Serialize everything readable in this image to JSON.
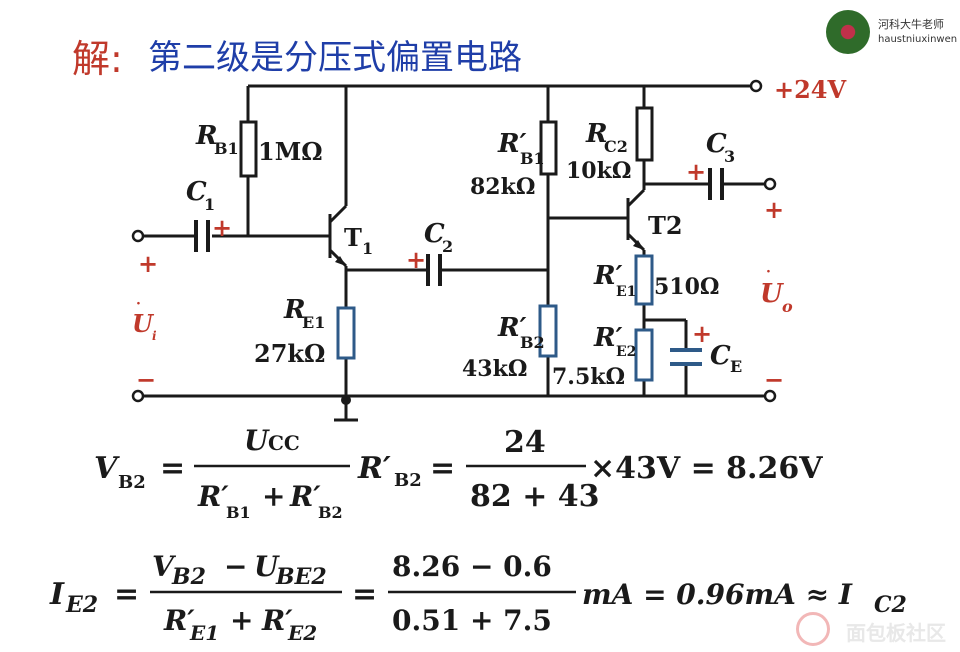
{
  "header": {
    "jie": "解:",
    "title": "第二级是分压式偏置电路"
  },
  "logo": {
    "cn": "河科大牛老师",
    "en": "haustniuxinwen"
  },
  "watermark": "面包板社区",
  "colors": {
    "wire": "#1a1a1a",
    "accent_red": "#c0392b",
    "component": "#2e5a88",
    "title_blue": "#1f3ea8"
  },
  "circuit": {
    "supply": "+24V",
    "rb1": {
      "sym": "R",
      "sub": "B1",
      "value": "1MΩ"
    },
    "c1": {
      "sym": "C",
      "sub": "1",
      "plus": "+"
    },
    "t1": {
      "sym": "T",
      "sub": "1"
    },
    "re1": {
      "sym": "R",
      "sub": "E1",
      "value": "27kΩ"
    },
    "c2": {
      "sym": "C",
      "sub": "2",
      "plus": "+"
    },
    "rb1p": {
      "sym": "R′",
      "sub": "B1",
      "value": "82kΩ"
    },
    "rb2p": {
      "sym": "R′",
      "sub": "B2",
      "value": "43kΩ"
    },
    "rc2": {
      "sym": "R",
      "sub": "C2",
      "value": "10kΩ"
    },
    "t2": "T2",
    "re1p": {
      "sym": "R′",
      "sub": "E1",
      "value": "510Ω"
    },
    "re2p": {
      "sym": "R′",
      "sub": "E2",
      "value": "7.5kΩ"
    },
    "ce": {
      "sym": "C",
      "sub": "E",
      "plus": "+"
    },
    "c3": {
      "sym": "C",
      "sub": "3",
      "plus": "+"
    },
    "ui": {
      "sym": "U",
      "sub": "i",
      "plus": "+",
      "minus": "−"
    },
    "uo": {
      "sym": "U",
      "sub": "o",
      "plus": "+",
      "minus": "−"
    }
  },
  "equations": {
    "vb2": {
      "lhs": "V",
      "lhs_sub": "B2",
      "num": "U",
      "num_sub": "CC",
      "den1": "R′",
      "den1_sub": "B1",
      "den_plus": "+",
      "den2": "R′",
      "den2_sub": "B2",
      "mult": "R′",
      "mult_sub": "B2",
      "num2": "24",
      "den3": "82 + 43",
      "tail": "×43V = 8.26V"
    },
    "ie2": {
      "lhs": "I",
      "lhs_sub": "E2",
      "num": "V",
      "num_sub": "B2",
      "num_minus": "−",
      "num_b": "U",
      "num_b_sub": "BE2",
      "den": "R′",
      "den_sub": "E1",
      "den_plus": "+",
      "den_b": "R′",
      "den_b_sub": "E2",
      "num2": "8.26 − 0.6",
      "den2": "0.51 + 7.5",
      "tail": "mA = 0.96mA ≈ I",
      "tail_sub": "C2"
    }
  }
}
